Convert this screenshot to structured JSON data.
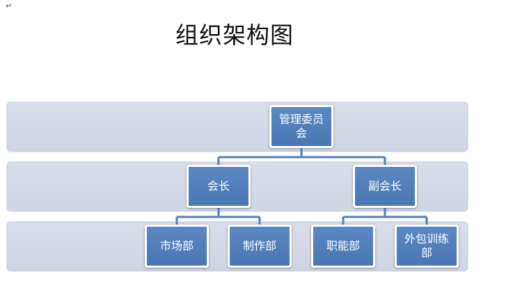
{
  "document": {
    "paragraph_mark": "↵",
    "title": "组织架构图"
  },
  "org_chart": {
    "root": {
      "label": "管理委员会"
    },
    "level2": [
      {
        "label": "会长"
      },
      {
        "label": "副会长"
      }
    ],
    "level3": [
      {
        "label": "市场部",
        "parent": "会长"
      },
      {
        "label": "制作部",
        "parent": "会长"
      },
      {
        "label": "职能部",
        "parent": "副会长"
      },
      {
        "label": "外包训练部",
        "parent": "副会长"
      }
    ],
    "colors": {
      "node_fill": "#4f7fbc",
      "node_border": "#ffffff",
      "connector": "#4f7fbc",
      "band_fill": "#d3d9e6"
    }
  }
}
